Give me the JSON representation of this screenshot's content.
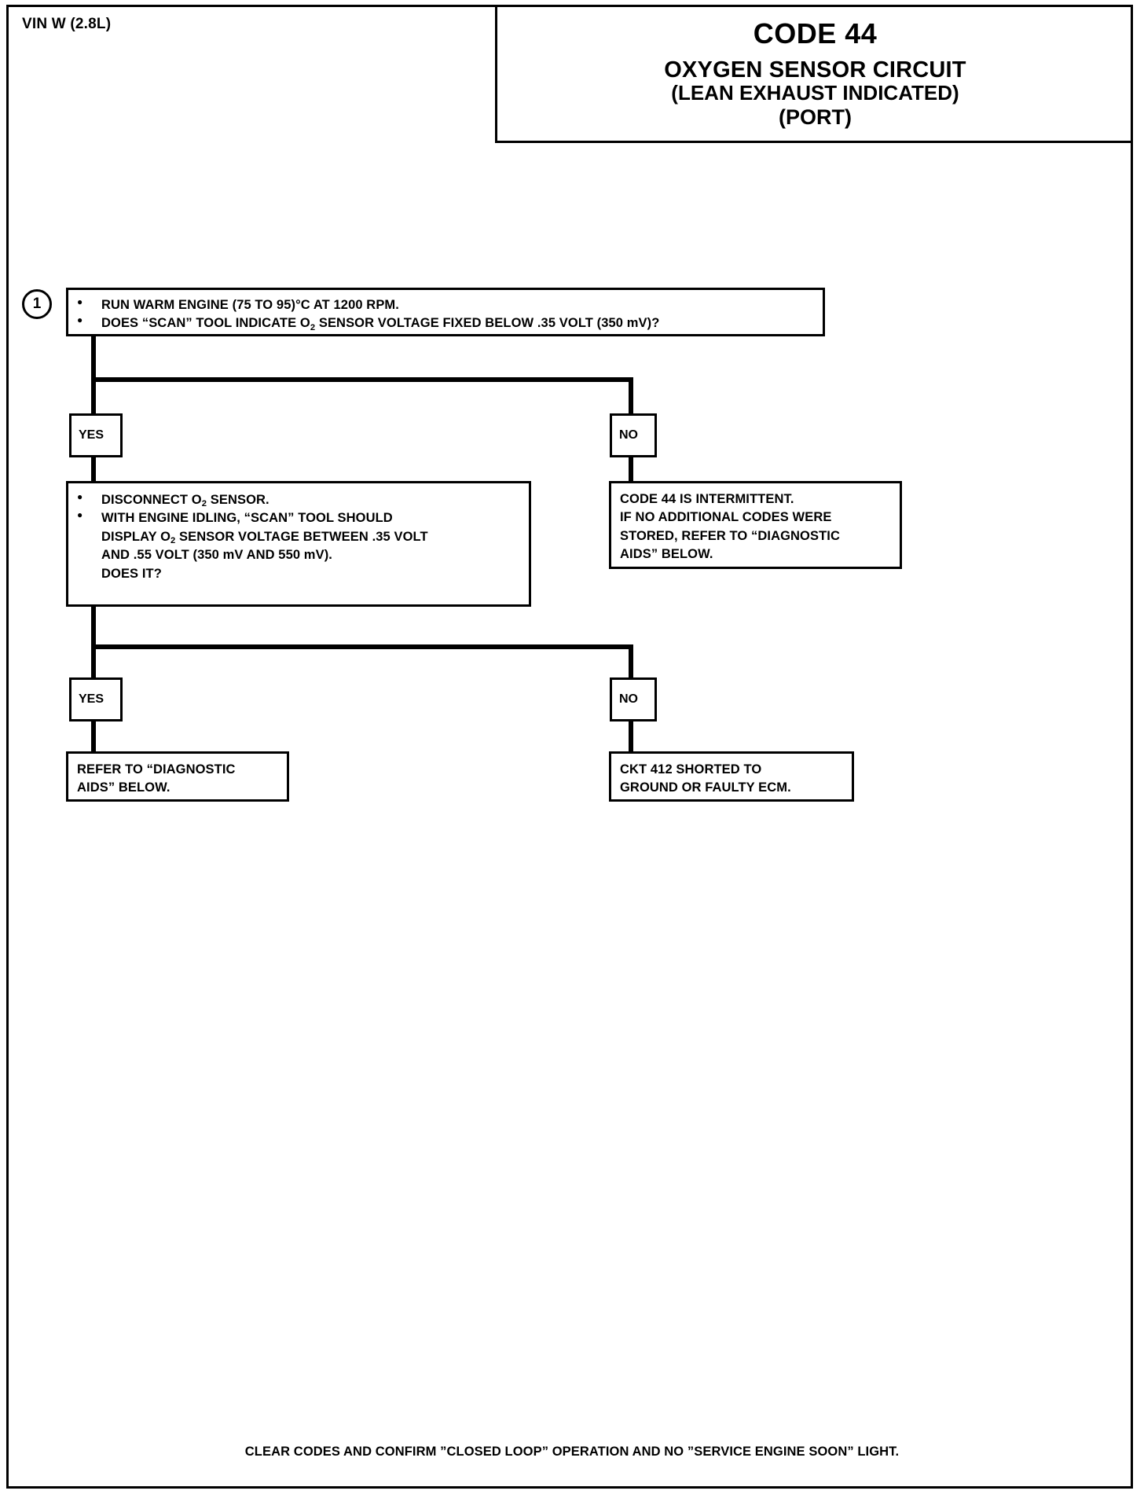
{
  "header": {
    "vin": "VIN W (2.8L)",
    "code": "CODE 44",
    "title_line1": "OXYGEN SENSOR CIRCUIT",
    "title_line2": "(LEAN EXHAUST INDICATED)",
    "title_line3": "(PORT)"
  },
  "flow": {
    "step1": {
      "number": "1",
      "bullet1": "RUN WARM ENGINE  (75 TO 95)°C AT 1200 RPM.",
      "bullet2_a": "DOES “SCAN” TOOL INDICATE O",
      "bullet2_sub": "2",
      "bullet2_b": " SENSOR VOLTAGE FIXED BELOW .35 VOLT (350 mV)?"
    },
    "branch1": {
      "yes_label": "YES",
      "no_label": "NO"
    },
    "step2_yes_box": {
      "bullet1_a": "DISCONNECT O",
      "bullet1_sub": "2",
      "bullet1_b": " SENSOR.",
      "bullet2_line1": "WITH ENGINE IDLING, “SCAN” TOOL SHOULD",
      "bullet2_line2_a": "DISPLAY O",
      "bullet2_line2_sub": "2",
      "bullet2_line2_b": " SENSOR VOLTAGE BETWEEN .35 VOLT",
      "bullet2_line3": "AND .55 VOLT (350 mV AND 550 mV).",
      "bullet2_line4": "DOES IT?"
    },
    "step2_no_box": {
      "line1": "CODE 44 IS INTERMITTENT.",
      "line2": "IF NO ADDITIONAL CODES WERE",
      "line3": "STORED, REFER TO  “DIAGNOSTIC",
      "line4": "AIDS”  BELOW."
    },
    "branch2": {
      "yes_label": "YES",
      "no_label": "NO"
    },
    "result_yes_box": {
      "line1": "REFER TO  “DIAGNOSTIC",
      "line2": "AIDS”  BELOW."
    },
    "result_no_box": {
      "line1": "CKT 412  SHORTED TO",
      "line2": "GROUND OR FAULTY ECM."
    }
  },
  "footer": {
    "note": "CLEAR CODES AND CONFIRM ”CLOSED LOOP”  OPERATION AND NO ”SERVICE ENGINE SOON” LIGHT."
  },
  "colors": {
    "ink": "#000000",
    "paper": "#ffffff"
  }
}
